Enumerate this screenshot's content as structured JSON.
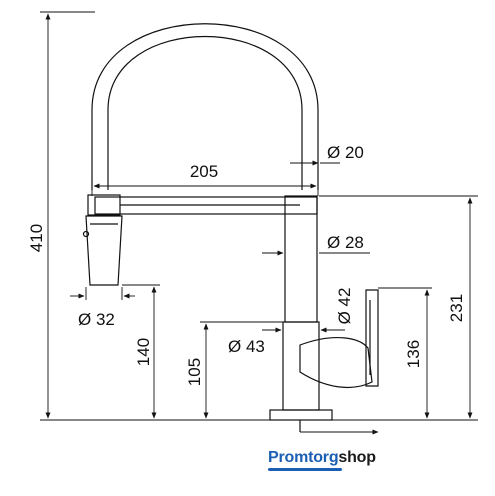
{
  "dimensions": {
    "total_height": "410",
    "spout_reach": "205",
    "spout_tube_diameter": "Ø 20",
    "body_diameter": "Ø 28",
    "head_diameter": "Ø 32",
    "head_height": "140",
    "lever_diameter": "Ø 42",
    "base_diameter": "Ø 43",
    "lever_base_height": "105",
    "lever_height": "136",
    "outlet_height": "231"
  },
  "logo": {
    "part1": "Promtorg",
    "part2": "shop"
  }
}
